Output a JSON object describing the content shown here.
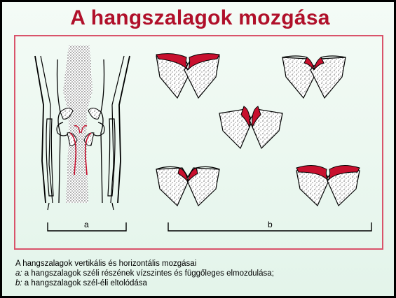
{
  "slide": {
    "title": "A hangszalagok mozgása"
  },
  "figure": {
    "panel_a_label": "a",
    "panel_b_label": "b",
    "colors": {
      "frame": "#d9536a",
      "vocal_fold": "#c8102e",
      "stipple": "#555555",
      "title": "#b0102a"
    }
  },
  "caption": {
    "line1": "A hangszalagok vertikális és horizontális mozgásai",
    "line2_prefix": "a:",
    "line2_text": " a hangszalagok széli részének vízszintes és függőleges elmozdulása;",
    "line3_prefix": "b:",
    "line3_text": " a hangszalagok szél-éli eltolódása"
  }
}
